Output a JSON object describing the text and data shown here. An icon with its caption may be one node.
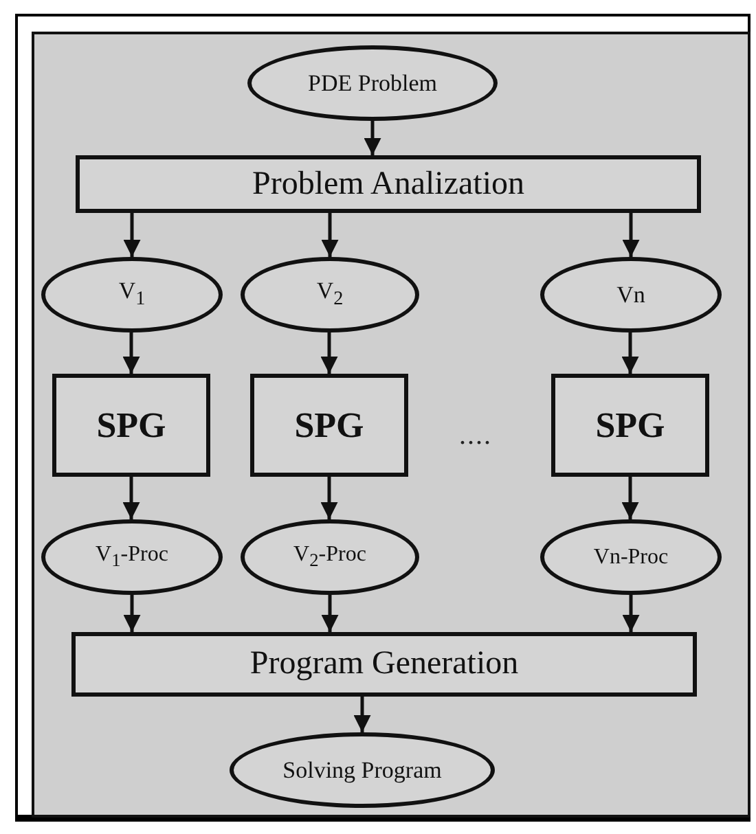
{
  "diagram": {
    "nodes": [
      {
        "text": [
          "PDE Problem"
        ]
      },
      {
        "text": [
          "Problem Analization"
        ]
      },
      {
        "text": [
          "V$_{1}$"
        ]
      },
      {
        "text": [
          "V$_{2}$"
        ]
      },
      {
        "text": [
          "Vn"
        ]
      },
      {
        "text": [
          "SPG"
        ]
      },
      {
        "text": [
          "SPG"
        ]
      },
      {
        "text": [
          "SPG"
        ]
      },
      {
        "text": [
          "V$_{1}$-Proc"
        ]
      },
      {
        "text": [
          "V$_{2}$-Proc"
        ]
      },
      {
        "text": [
          "Vn-Proc"
        ]
      },
      {
        "text": [
          "Program Generation"
        ]
      },
      {
        "text": [
          "Solving Program"
        ]
      }
    ],
    "edges": [
      {
        "from": 0,
        "to": 1,
        "arrow": "to"
      },
      {
        "from": 1,
        "to": 2,
        "arrow": "to"
      },
      {
        "from": 1,
        "to": 3,
        "arrow": "to"
      },
      {
        "from": 1,
        "to": 4,
        "arrow": "to"
      },
      {
        "from": 2,
        "to": 5,
        "arrow": "to"
      },
      {
        "from": 3,
        "to": 6,
        "arrow": "to"
      },
      {
        "from": 4,
        "to": 7,
        "arrow": "to"
      },
      {
        "from": 5,
        "to": 8,
        "arrow": "to"
      },
      {
        "from": 6,
        "to": 9,
        "arrow": "to"
      },
      {
        "from": 7,
        "to": 10,
        "arrow": "to"
      },
      {
        "from": 8,
        "to": 11,
        "arrow": "to"
      },
      {
        "from": 9,
        "to": 11,
        "arrow": "to"
      },
      {
        "from": 10,
        "to": 11,
        "arrow": "to"
      },
      {
        "from": 11,
        "to": 12,
        "arrow": "to"
      }
    ],
    "labels": [
      "...."
    ]
  }
}
